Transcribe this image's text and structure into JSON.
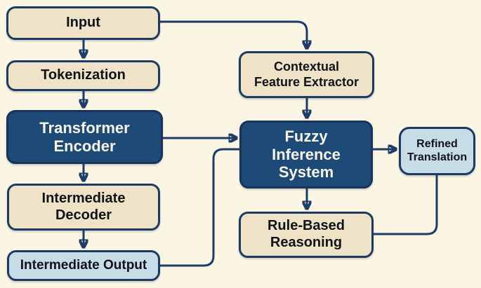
{
  "theme": {
    "background": "#fbf5e3",
    "box_beige": "#efe3c7",
    "box_navy": "#1e4a78",
    "box_lightblue": "#c6dde8",
    "border_navy": "#1e3a63",
    "arrow_navy": "#1e3c6a",
    "text_dark": "#101218",
    "text_light": "#f7f6ef"
  },
  "diagram": {
    "type": "flowchart",
    "nodes": {
      "input": {
        "label": "Input",
        "lines": [
          "Input"
        ],
        "style": "beige"
      },
      "tokenization": {
        "label": "Tokenization",
        "lines": [
          "Tokenization"
        ],
        "style": "beige"
      },
      "transformer_encoder": {
        "label": "Transformer Encoder",
        "lines": [
          "Transformer",
          "Encoder"
        ],
        "style": "navy"
      },
      "intermediate_decoder": {
        "label": "Intermediate Decoder",
        "lines": [
          "Intermediate",
          "Decoder"
        ],
        "style": "beige"
      },
      "intermediate_output": {
        "label": "Intermediate Output",
        "lines": [
          "Intermediate Output"
        ],
        "style": "lightblue"
      },
      "contextual_feature_extractor": {
        "label": "Contextual Feature Extractor",
        "lines": [
          "Contextual",
          "Feature Extractor"
        ],
        "style": "beige"
      },
      "fuzzy_inference_system": {
        "label": "Fuzzy Inference System",
        "lines": [
          "Fuzzy",
          "Inference",
          "System"
        ],
        "style": "navy"
      },
      "refined_translation": {
        "label": "Refined Translation",
        "lines": [
          "Refined",
          "Translation"
        ],
        "style": "lightblue"
      },
      "rule_based_reasoning": {
        "label": "Rule-Based Reasoning",
        "lines": [
          "Rule-Based",
          "Reasoning"
        ],
        "style": "beige"
      }
    },
    "edges": [
      {
        "from": "Input",
        "to": "Tokenization",
        "arrowhead": true
      },
      {
        "from": "Input",
        "to": "Contextual Feature Extractor",
        "arrowhead": true
      },
      {
        "from": "Tokenization",
        "to": "Transformer Encoder",
        "arrowhead": true
      },
      {
        "from": "Transformer Encoder",
        "to": "Intermediate Decoder",
        "arrowhead": true
      },
      {
        "from": "Intermediate Decoder",
        "to": "Intermediate Output",
        "arrowhead": true
      },
      {
        "from": "Transformer Encoder",
        "to": "Fuzzy Inference System",
        "arrowhead": true
      },
      {
        "from": "Intermediate Output",
        "to": "Fuzzy Inference System",
        "arrowhead": false
      },
      {
        "from": "Contextual Feature Extractor",
        "to": "Fuzzy Inference System",
        "arrowhead": true
      },
      {
        "from": "Fuzzy Inference System",
        "to": "Refined Translation",
        "arrowhead": true
      },
      {
        "from": "Fuzzy Inference System",
        "to": "Rule-Based Reasoning",
        "arrowhead": true
      },
      {
        "from": "Refined Translation",
        "to": "Rule-Based Reasoning",
        "arrowhead": false
      }
    ]
  }
}
